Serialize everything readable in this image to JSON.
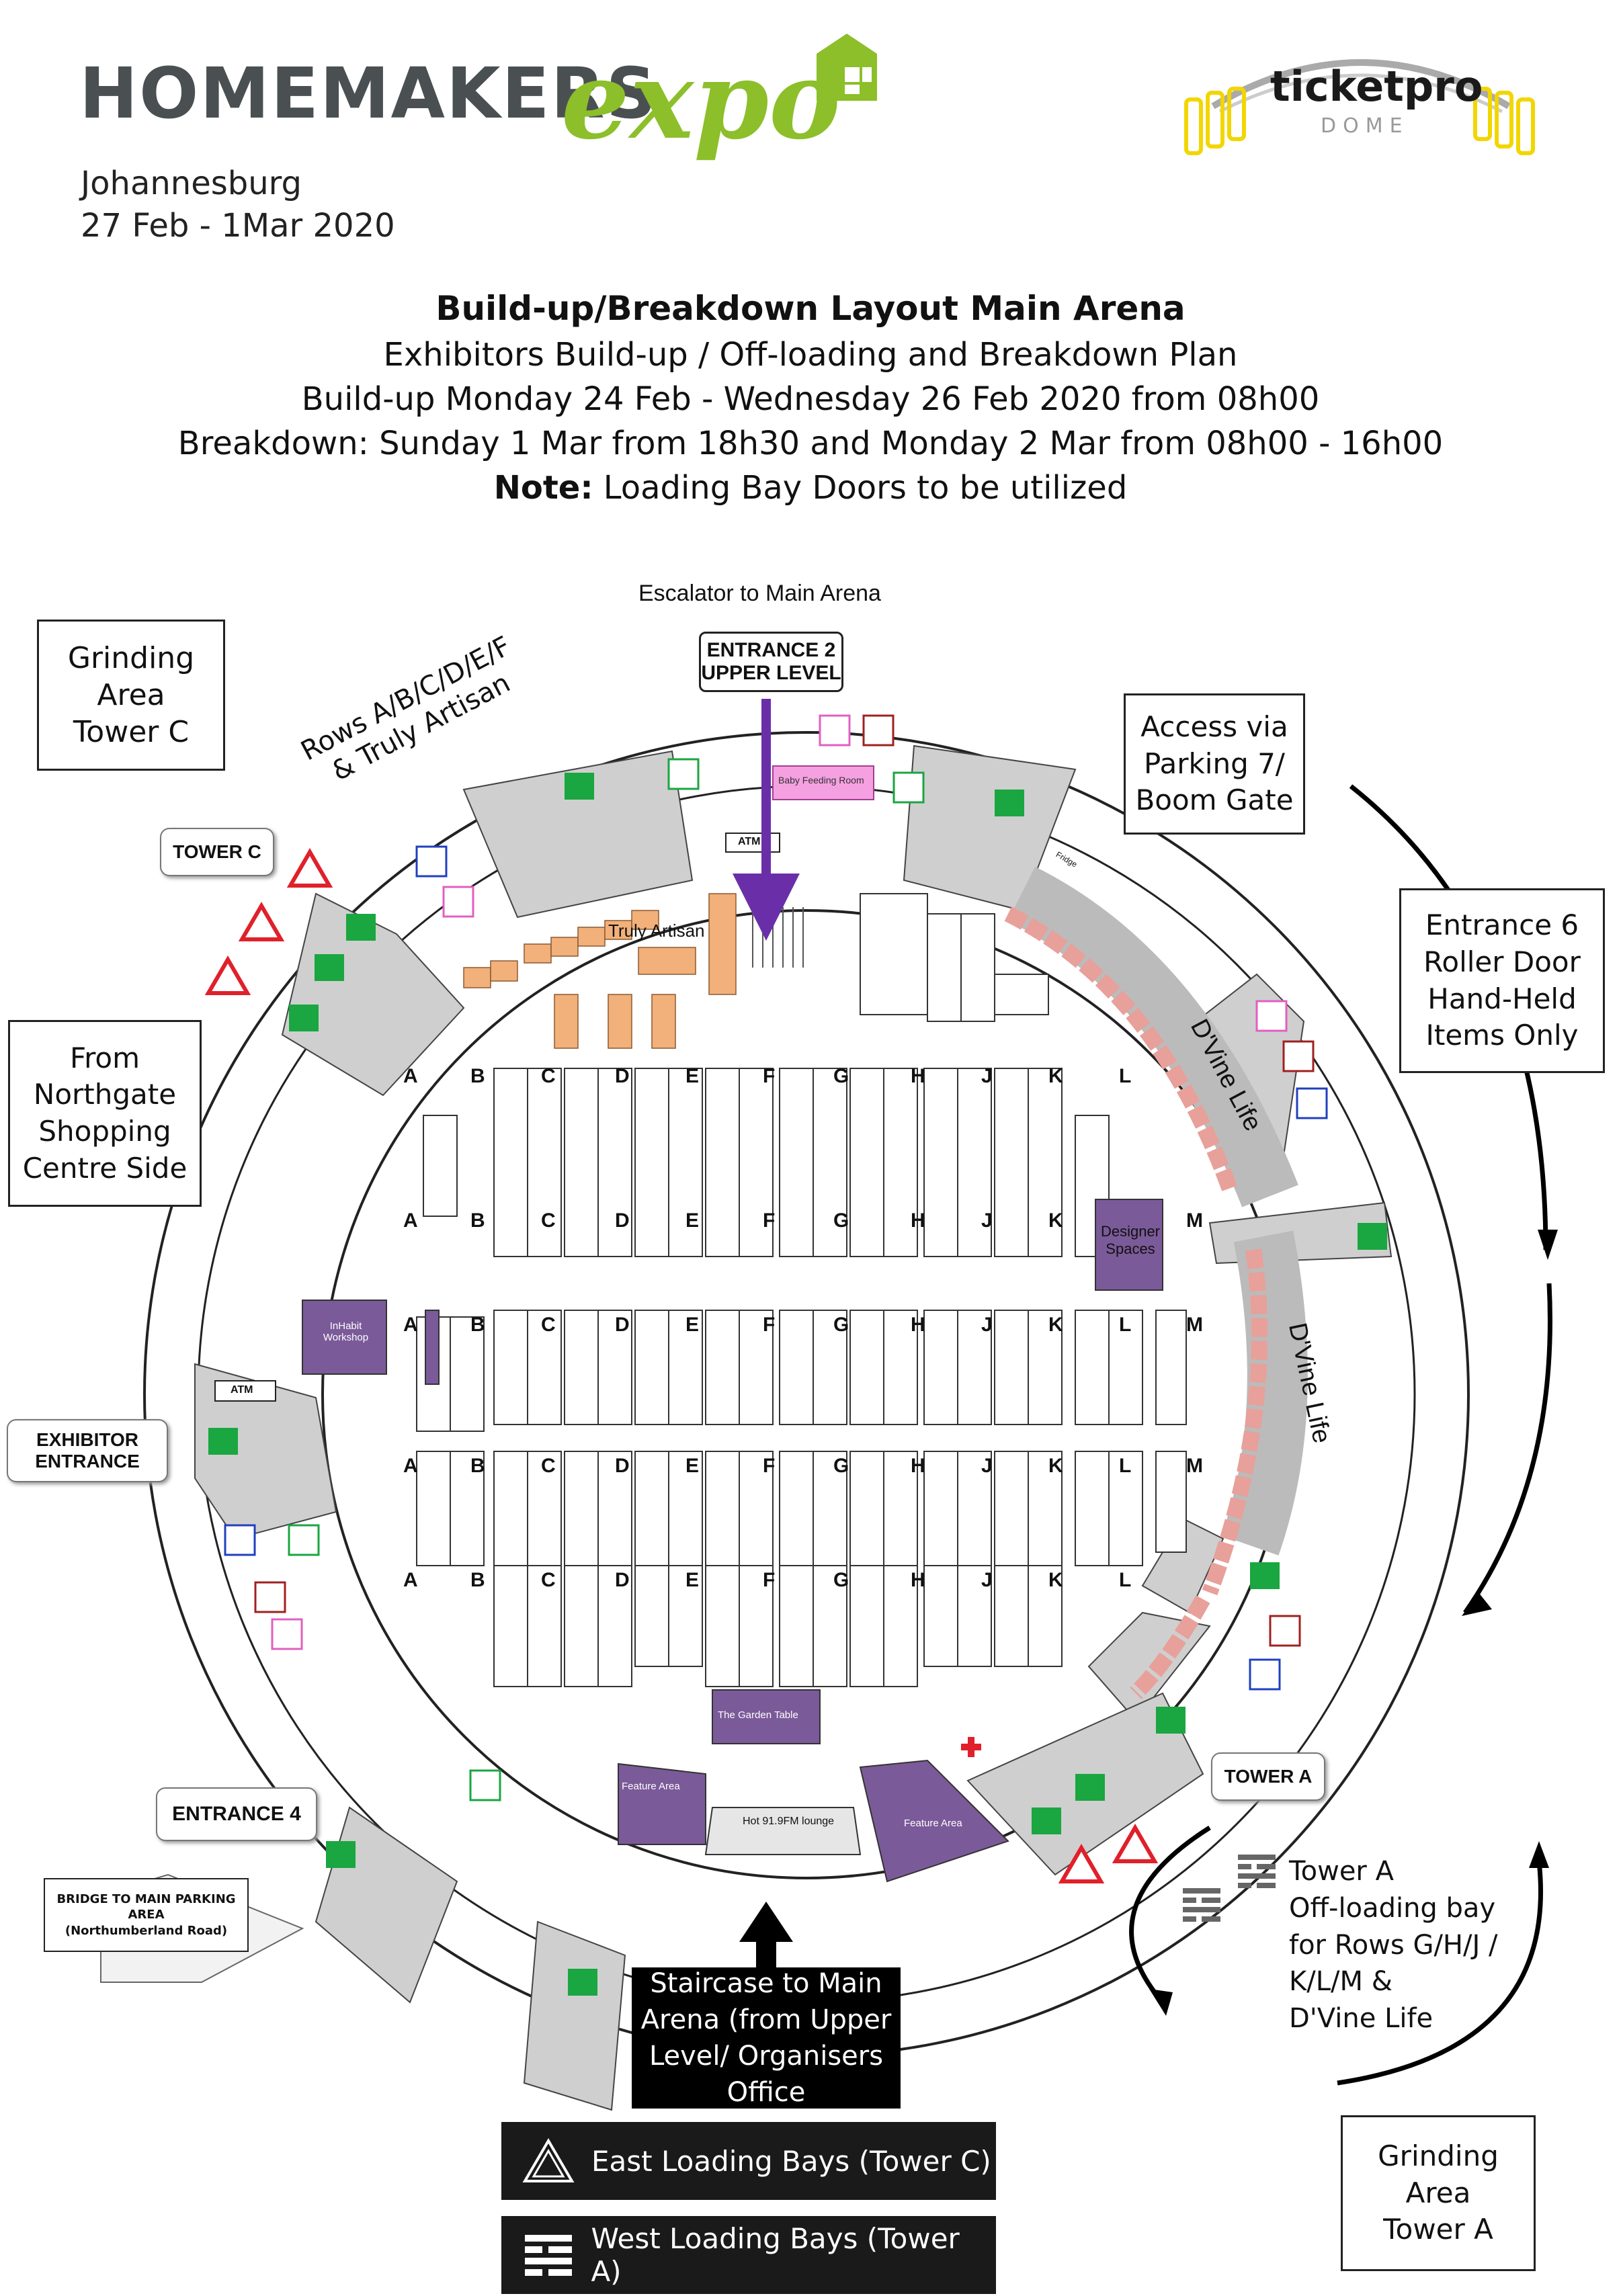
{
  "header": {
    "logo_main": "HOMEMAKERS",
    "logo_expo": "expo",
    "city": "Johannesburg",
    "dates": "27 Feb - 1Mar 2020",
    "venue_logo_main": "ticketpro",
    "venue_logo_sub": "DOME"
  },
  "titles": {
    "main": "Build-up/Breakdown Layout Main Arena",
    "line2": "Exhibitors Build-up / Off-loading and Breakdown Plan",
    "line3": "Build-up Monday 24 Feb - Wednesday 26 Feb 2020 from 08h00",
    "line4": "Breakdown: Sunday 1 Mar from 18h30 and Monday 2 Mar from 08h00 - 16h00",
    "note_bold": "Note:",
    "note_rest": " Loading Bay Doors to be utilized"
  },
  "labels": {
    "escalator": "Escalator to Main Arena",
    "entrance2_l1": "ENTRANCE 2",
    "entrance2_l2": "UPPER LEVEL",
    "grinding_c": [
      "Grinding",
      "Area",
      "Tower C"
    ],
    "grinding_a": [
      "Grinding",
      "Area",
      "Tower A"
    ],
    "rows_label_l1": "Rows A/B/C/D/E/F",
    "rows_label_l2": "& Truly Artisan",
    "tower_c": "TOWER C",
    "tower_a": "TOWER A",
    "access": [
      "Access via",
      "Parking 7/",
      "Boom Gate"
    ],
    "entrance6": [
      "Entrance 6",
      "Roller Door",
      "Hand-Held",
      "Items Only"
    ],
    "northgate": [
      "From",
      "Northgate",
      "Shopping",
      "Centre Side"
    ],
    "exhibitor_entrance_l1": "EXHIBITOR",
    "exhibitor_entrance_l2": "ENTRANCE",
    "entrance4": "ENTRANCE 4",
    "bridge_l1": "BRIDGE TO MAIN PARKING",
    "bridge_l2": "AREA",
    "bridge_l3": "(Northumberland Road)",
    "staircase": [
      "Staircase to Main",
      "Arena (from Upper",
      "Level/ Organisers",
      "Office"
    ],
    "tower_a_bay": [
      "Tower A",
      "Off-loading bay",
      "for Rows G/H/J /",
      "K/L/M &",
      "D'Vine Life"
    ],
    "legend_east": "East Loading Bays (Tower C)",
    "legend_west": "West Loading Bays (Tower A)",
    "baby_room": "Baby Feeding Room",
    "atm": "ATM",
    "truly_artisan": "Truly Artisan",
    "dvine_top": "D'Vine Life",
    "dvine_bottom": "D'Vine Life",
    "designer_l1": "Designer",
    "designer_l2": "Spaces",
    "inhabit_l1": "InHabit",
    "inhabit_l2": "Workshop",
    "garden_table": "The Garden Table",
    "feature_area": "Feature Area",
    "hot_lounge": "Hot 91.9FM lounge",
    "fridge": "Fridge"
  },
  "row_letters": [
    "A",
    "B",
    "C",
    "D",
    "E",
    "F",
    "G",
    "H",
    "J",
    "K",
    "L",
    "M"
  ],
  "colors": {
    "expo_green": "#8cbf2a",
    "logo_grey": "#4a5052",
    "purple": "#7b5a99",
    "arrow_purple": "#6a2fa8",
    "orange": "#f2b07a",
    "salmon": "#e8a09a",
    "emergency_green": "#1aa640",
    "ticketpro_yellow": "#f2d600",
    "grey_zone": "#cfcfcf"
  }
}
